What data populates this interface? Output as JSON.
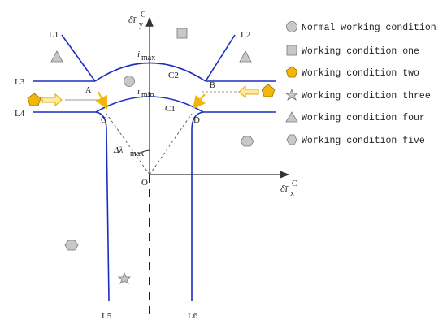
{
  "axes": {
    "y_label": "δī",
    "y_sub": "y",
    "y_sup": "C",
    "x_label": "δī",
    "x_sub": "x",
    "x_sup": "C",
    "origin": "O"
  },
  "lines": {
    "l1": "L1",
    "l2": "L2",
    "l3": "L3",
    "l4": "L4",
    "l5": "L5",
    "l6": "L6"
  },
  "points": {
    "a": "A",
    "b": "B",
    "c": "C",
    "d": "D",
    "c1": "C1",
    "c2": "C2"
  },
  "annotations": {
    "imax_base": "i",
    "imax_sub": "max",
    "imin_base": "i",
    "imin_sub": "min",
    "delta": "Δλ",
    "delta_sub": "max"
  },
  "legend": [
    {
      "icon": "circle-icon",
      "label": "Normal working condition",
      "color": "#c8c8c8"
    },
    {
      "icon": "square-icon",
      "label": "Working condition one",
      "color": "#c8c8c8"
    },
    {
      "icon": "pentagon-icon",
      "label": "Working condition two",
      "color": "#f2b705"
    },
    {
      "icon": "star-icon",
      "label": "Working condition three",
      "color": "#c8c8c8"
    },
    {
      "icon": "triangle-icon",
      "label": "Working condition four",
      "color": "#c8c8c8"
    },
    {
      "icon": "hexagon-icon",
      "label": "Working condition five",
      "color": "#c8c8c8"
    }
  ],
  "colors": {
    "curve": "#1a2fbf",
    "marker_gray": "#c8c8c8",
    "marker_yellow": "#f2b705",
    "axis": "#333333"
  }
}
